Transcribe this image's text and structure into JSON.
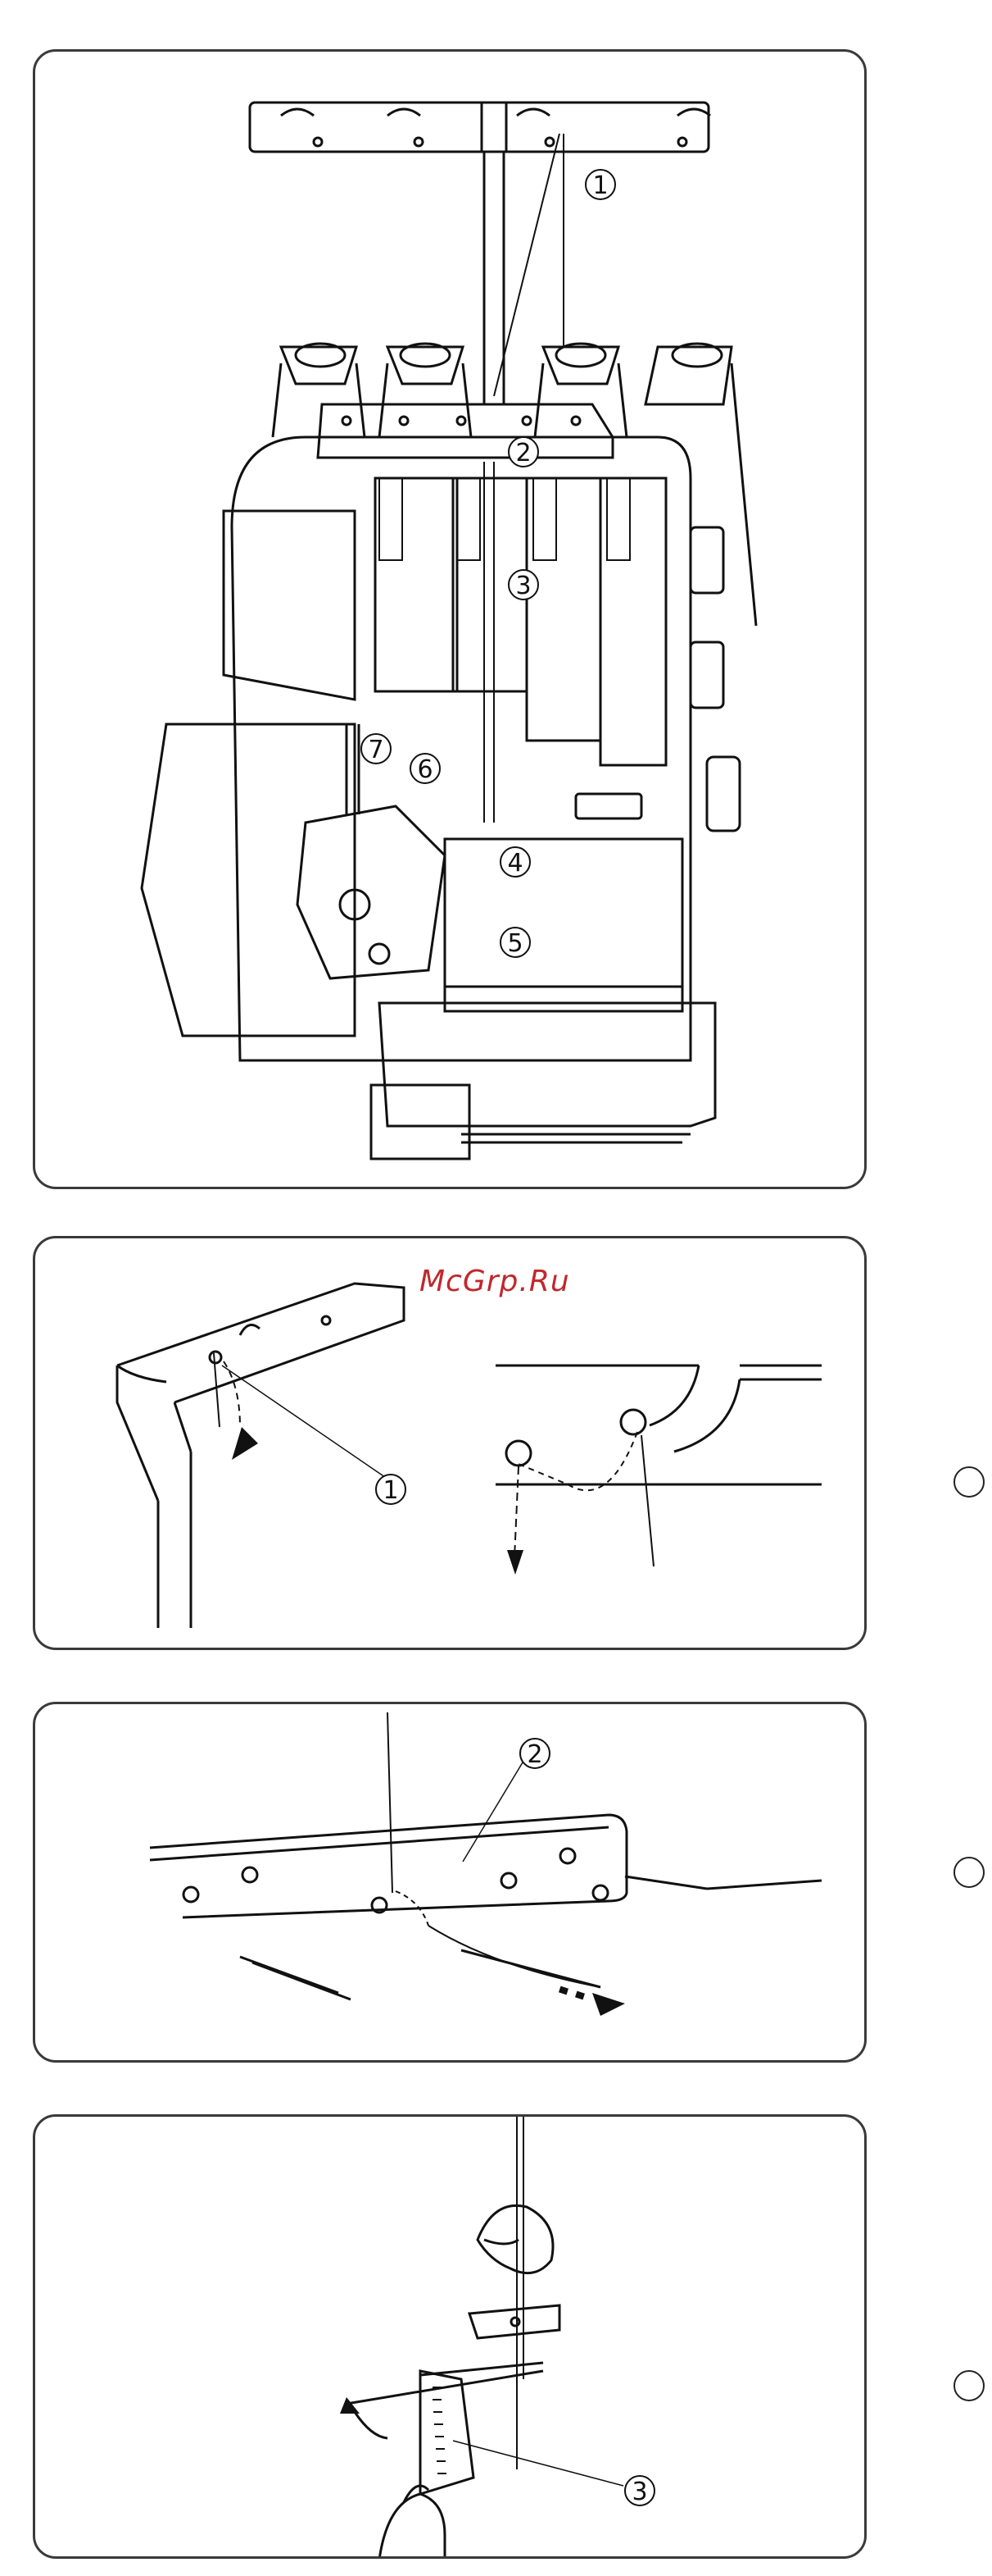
{
  "watermark": "McGrp.Ru",
  "overview_labels": [
    "1",
    "2",
    "3",
    "4",
    "5",
    "6",
    "7"
  ],
  "step1_label": "1",
  "step2_label": "2",
  "step3_label": "3",
  "markers": [
    "step-marker",
    "step-marker",
    "step-marker"
  ]
}
